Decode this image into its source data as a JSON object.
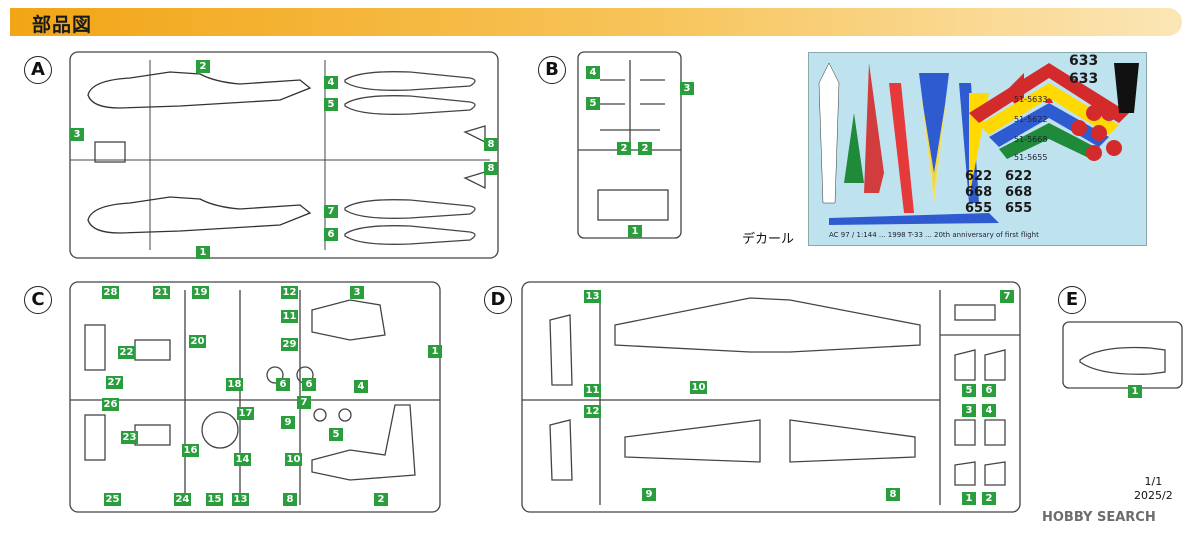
{
  "header": {
    "title": "部品図"
  },
  "sprues": [
    {
      "letter": "A",
      "tags": [
        "1",
        "2",
        "3",
        "4",
        "5",
        "6",
        "7",
        "8",
        "8"
      ]
    },
    {
      "letter": "B",
      "tags": [
        "4",
        "5",
        "3",
        "2",
        "2",
        "1"
      ]
    },
    {
      "letter": "C",
      "tags": [
        "28",
        "21",
        "19",
        "12",
        "3",
        "11",
        "1",
        "22",
        "20",
        "29",
        "27",
        "18",
        "6",
        "6",
        "7",
        "4",
        "26",
        "17",
        "9",
        "5",
        "23",
        "16",
        "14",
        "10",
        "25",
        "24",
        "15",
        "13",
        "8",
        "2"
      ]
    },
    {
      "letter": "D",
      "tags": [
        "13",
        "7",
        "11",
        "10",
        "5",
        "6",
        "12",
        "3",
        "4",
        "9",
        "8",
        "1",
        "2"
      ]
    },
    {
      "letter": "E",
      "tags": [
        "1"
      ]
    }
  ],
  "decal": {
    "caption": "デカール",
    "large_numbers": [
      "633",
      "633",
      "622",
      "622",
      "668",
      "668",
      "655",
      "655"
    ],
    "serials": [
      "51-5633",
      "51-5622",
      "51-5668",
      "51-5655"
    ],
    "fine_print": "AC 97 / 1:144 ... 1998 T-33 ... 20th anniversary of first flight"
  },
  "footer": {
    "page": "1/1",
    "date": "2025/2"
  },
  "watermark": "HOBBY SEARCH",
  "colors": {
    "tag_green": "#2a9d3c",
    "header_orange": "#f2a516",
    "decal_bg": "#bfe2ef"
  }
}
